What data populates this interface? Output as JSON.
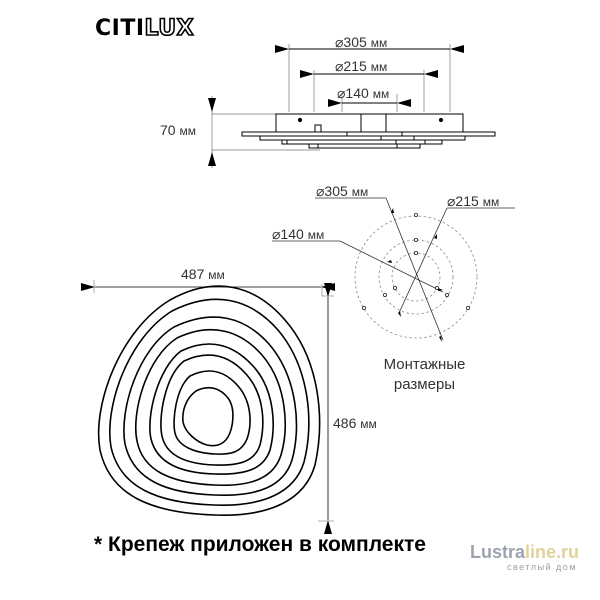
{
  "brand": {
    "solid": "CITI",
    "outline": "LUX"
  },
  "side_view": {
    "dims": [
      {
        "label": "⌀305",
        "unit": "мм"
      },
      {
        "label": "⌀215",
        "unit": "мм"
      },
      {
        "label": "⌀140",
        "unit": "мм"
      }
    ],
    "height": {
      "label": "70",
      "unit": "мм"
    }
  },
  "mounting": {
    "dims": [
      {
        "label": "⌀305",
        "unit": "мм"
      },
      {
        "label": "⌀215",
        "unit": "мм"
      },
      {
        "label": "⌀140",
        "unit": "мм"
      }
    ],
    "caption_line1": "Монтажные",
    "caption_line2": "размеры"
  },
  "top_view": {
    "width": {
      "label": "487",
      "unit": "мм"
    },
    "depth": {
      "label": "486",
      "unit": "мм"
    }
  },
  "note": "* Крепеж приложен в комплекте",
  "watermark": {
    "part1": "Lustra",
    "part2": "line.ru",
    "tagline": "светлый дом",
    "colors": {
      "part1": "#7d8594",
      "part2": "#d8c27a"
    }
  }
}
